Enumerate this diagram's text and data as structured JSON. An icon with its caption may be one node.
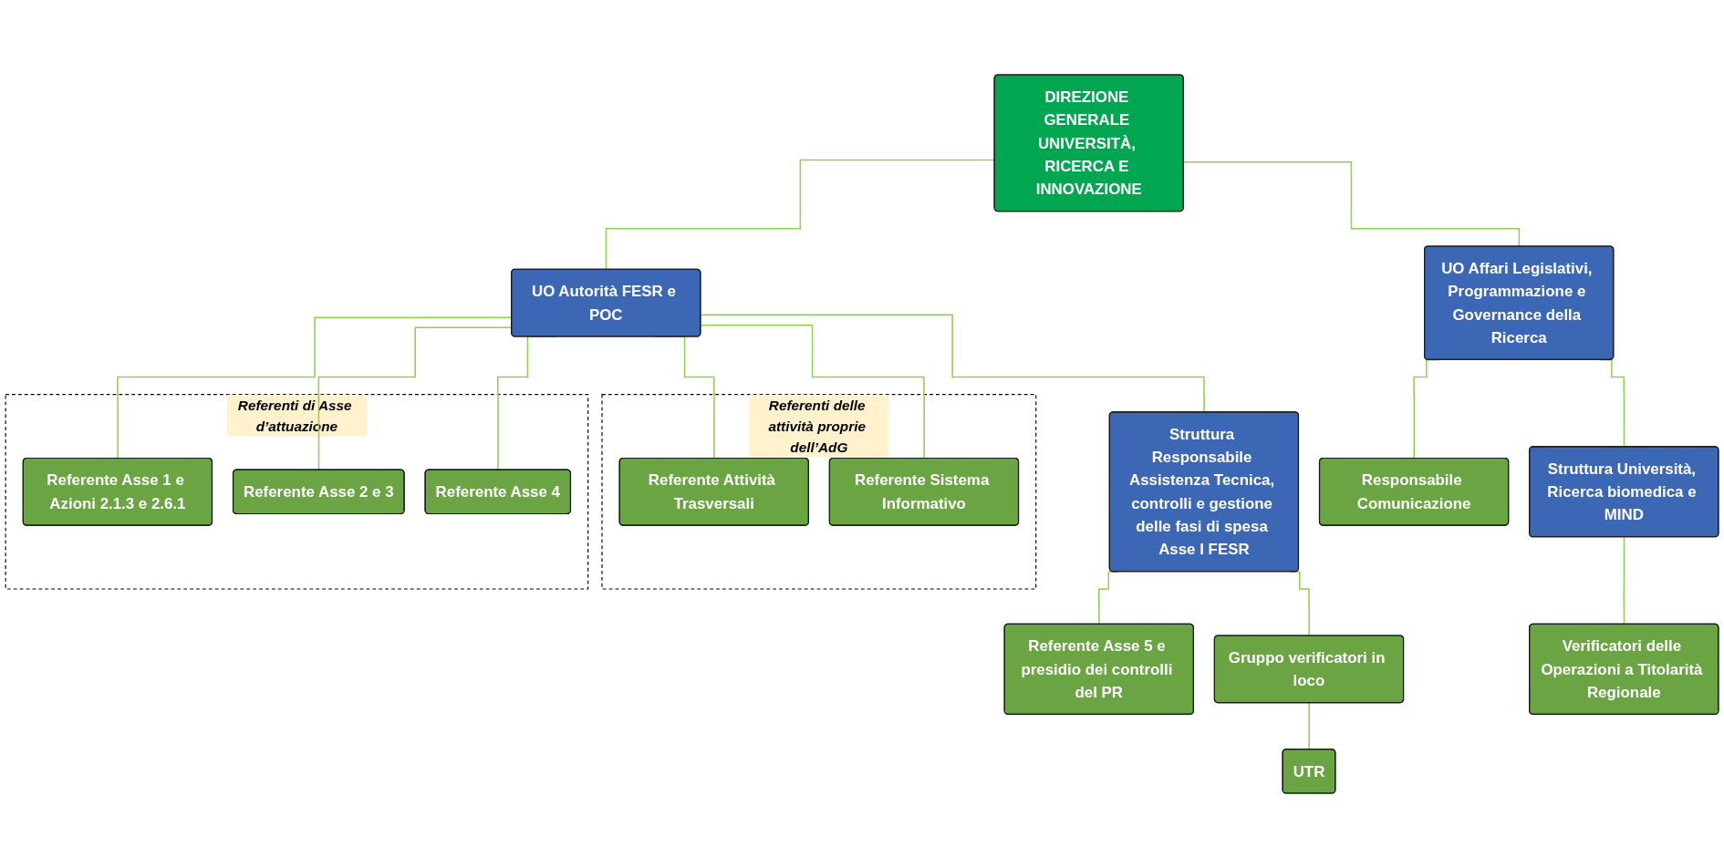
{
  "diagram": {
    "nodes": [
      {
        "text": [
          "DIREZIONE GENERALE UNIVERSITÀ, RICERCA E INNOVAZIONE"
        ]
      },
      {
        "text": [
          "UO Autorità FESR e POC"
        ]
      },
      {
        "text": [
          "UO Affari Legislativi, Programmazione e Governance della Ricerca"
        ]
      },
      {
        "text": [
          "Referenti di Asse d’attuazione"
        ]
      },
      {
        "text": [
          "Referente Asse 1 e Azioni 2.1.3 e 2.6.1"
        ],
        "in": 3
      },
      {
        "text": [
          "Referente Asse 2 e 3"
        ],
        "in": 3
      },
      {
        "text": [
          "Referente Asse 4"
        ],
        "in": 3
      },
      {
        "text": [
          "Referenti delle attività proprie dell’AdG"
        ]
      },
      {
        "text": [
          "Referente Attività Trasversali"
        ],
        "in": 7
      },
      {
        "text": [
          "Referente Sistema Informativo"
        ],
        "in": 7
      },
      {
        "text": [
          "Responsabile Comunicazione"
        ]
      },
      {
        "text": [
          "Struttura Responsabile Assistenza Tecnica, controlli e gestione delle fasi di spesa Asse I FESR"
        ]
      },
      {
        "text": [
          "Referente Asse 5 e presidio dei controlli del PR"
        ]
      },
      {
        "text": [
          "Gruppo verificatori in loco"
        ]
      },
      {
        "text": [
          "UTR"
        ]
      },
      {
        "text": [
          "Struttura Università, Ricerca biomedica e MIND"
        ]
      },
      {
        "text": [
          "Verificatori delle Operazioni a Titolarità Regionale"
        ]
      }
    ],
    "edges": [
      {
        "from": 0,
        "to": 1,
        "arrow": "none"
      },
      {
        "from": 0,
        "to": 2,
        "arrow": "none"
      },
      {
        "from": 1,
        "to": 4,
        "arrow": "none"
      },
      {
        "from": 1,
        "to": 5,
        "arrow": "none"
      },
      {
        "from": 1,
        "to": 6,
        "arrow": "none"
      },
      {
        "from": 1,
        "to": 8,
        "arrow": "none"
      },
      {
        "from": 1,
        "to": 9,
        "arrow": "none"
      },
      {
        "from": 1,
        "to": 11,
        "arrow": "none"
      },
      {
        "from": 2,
        "to": 10,
        "arrow": "none"
      },
      {
        "from": 2,
        "to": 15,
        "arrow": "none"
      },
      {
        "from": 11,
        "to": 12,
        "arrow": "none"
      },
      {
        "from": 11,
        "to": 13,
        "arrow": "none"
      },
      {
        "from": 13,
        "to": 14,
        "arrow": "none"
      },
      {
        "from": 15,
        "to": 16,
        "arrow": "none"
      }
    ]
  }
}
